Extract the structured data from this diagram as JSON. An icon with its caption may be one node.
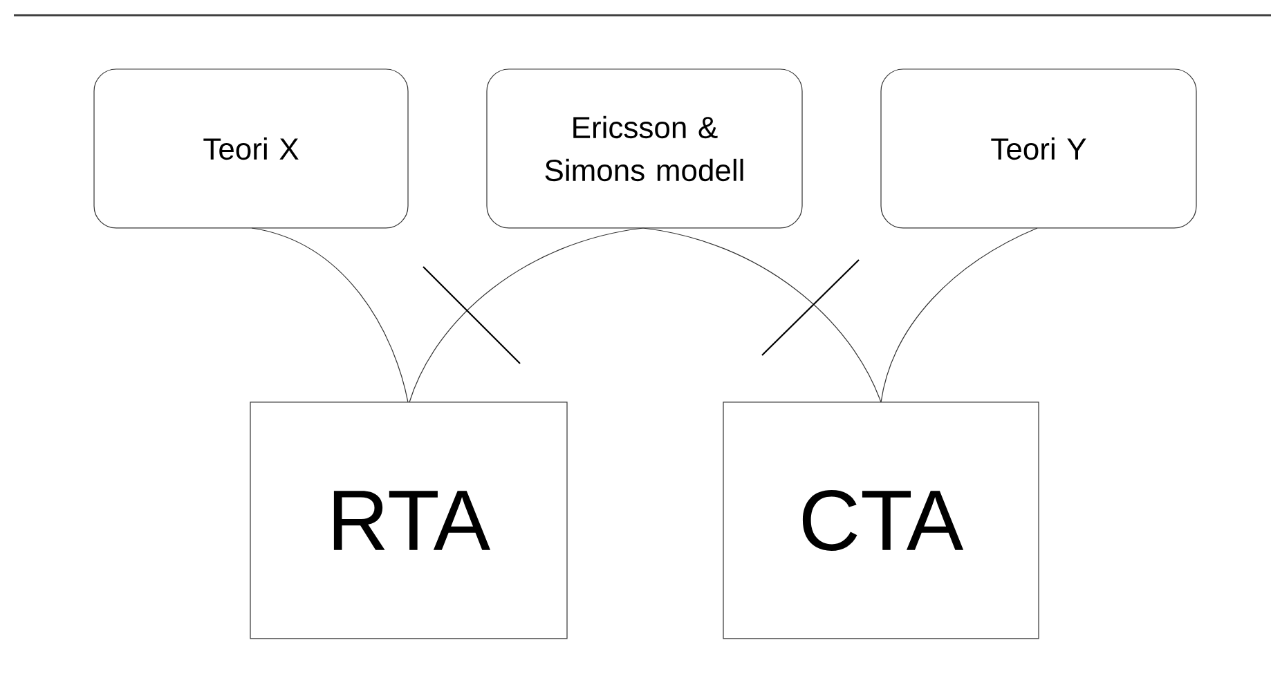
{
  "diagram": {
    "nodes": [
      {
        "text": [
          "Teori X"
        ]
      },
      {
        "text": [
          "Ericsson & Simons modell"
        ]
      },
      {
        "text": [
          "Teori Y"
        ]
      },
      {
        "text": [
          "RTA"
        ]
      },
      {
        "text": [
          "CTA"
        ]
      }
    ],
    "edges": [
      {
        "from": 0,
        "to": 3,
        "arrow": "none"
      },
      {
        "from": 1,
        "to": 3,
        "arrow": "none"
      },
      {
        "from": 1,
        "to": 4,
        "arrow": "none"
      },
      {
        "from": 2,
        "to": 4,
        "arrow": "none"
      }
    ]
  }
}
